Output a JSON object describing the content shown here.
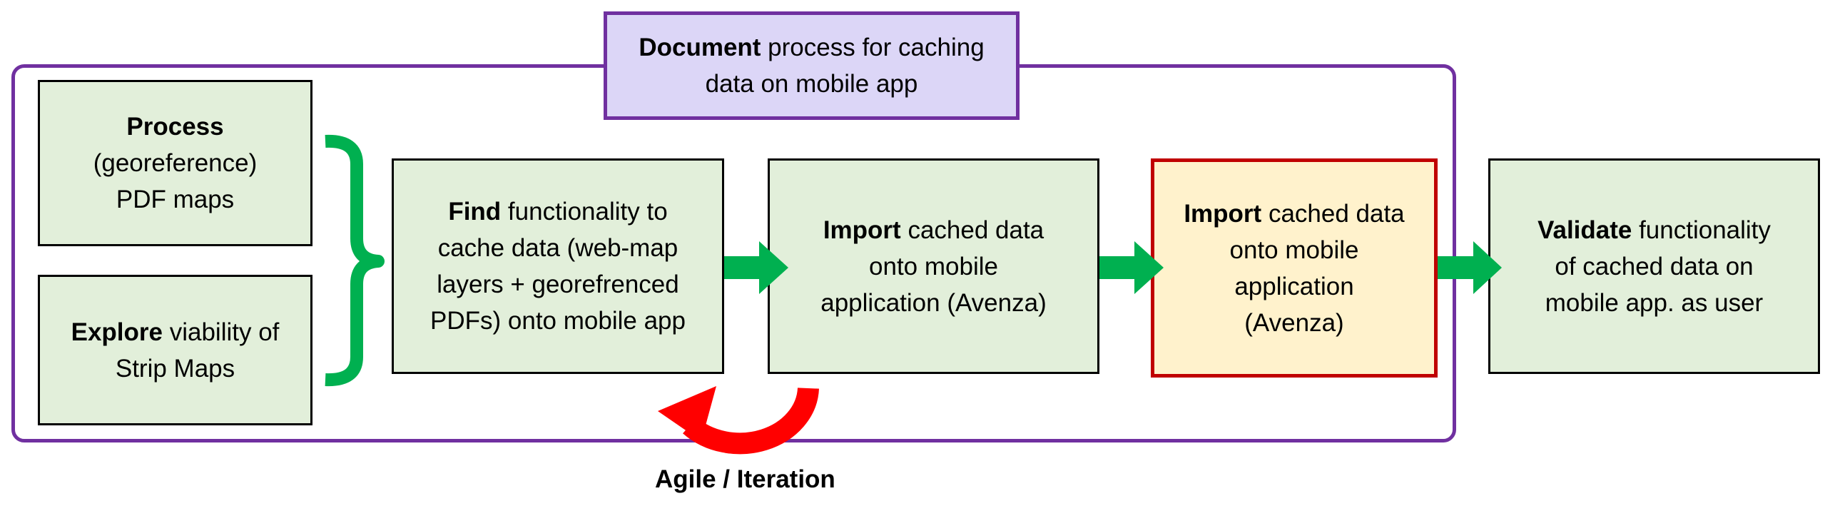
{
  "title_box": {
    "lines": [
      {
        "bold": "Document",
        "rest": " process for caching"
      },
      {
        "bold": "",
        "rest": "data on mobile app"
      }
    ]
  },
  "steps": [
    {
      "id": "process",
      "lines": [
        {
          "bold": "Process",
          "rest": ""
        },
        {
          "bold": "",
          "rest": "(georeference)"
        },
        {
          "bold": "",
          "rest": "PDF maps"
        }
      ]
    },
    {
      "id": "explore",
      "lines": [
        {
          "bold": "Explore",
          "rest": " viability of"
        },
        {
          "bold": "",
          "rest": "Strip Maps"
        }
      ]
    },
    {
      "id": "find",
      "lines": [
        {
          "bold": "Find",
          "rest": " functionality to"
        },
        {
          "bold": "",
          "rest": "cache data (web-map"
        },
        {
          "bold": "",
          "rest": "layers + georefrenced"
        },
        {
          "bold": "",
          "rest": "PDFs) onto mobile app"
        }
      ]
    },
    {
      "id": "import1",
      "lines": [
        {
          "bold": "Import",
          "rest": " cached data"
        },
        {
          "bold": "",
          "rest": "onto mobile"
        },
        {
          "bold": "",
          "rest": "application (Avenza)"
        }
      ]
    },
    {
      "id": "import2",
      "lines": [
        {
          "bold": "Import",
          "rest": " cached data"
        },
        {
          "bold": "",
          "rest": "onto mobile"
        },
        {
          "bold": "",
          "rest": "application"
        },
        {
          "bold": "",
          "rest": "(Avenza)"
        }
      ]
    },
    {
      "id": "validate",
      "lines": [
        {
          "bold": "Validate",
          "rest": " functionality"
        },
        {
          "bold": "",
          "rest": "of cached data on"
        },
        {
          "bold": "",
          "rest": "mobile app. as user"
        }
      ]
    }
  ],
  "iteration_label": "Agile / Iteration",
  "colors": {
    "green_fill": "#e2efda",
    "purple_border": "#7030a0",
    "purple_fill": "#dcd6f7",
    "yellow_fill": "#fff2cc",
    "red_border": "#c00000",
    "arrow_green": "#00b050",
    "brace_green": "#00b050",
    "loop_red": "#ff0000"
  }
}
